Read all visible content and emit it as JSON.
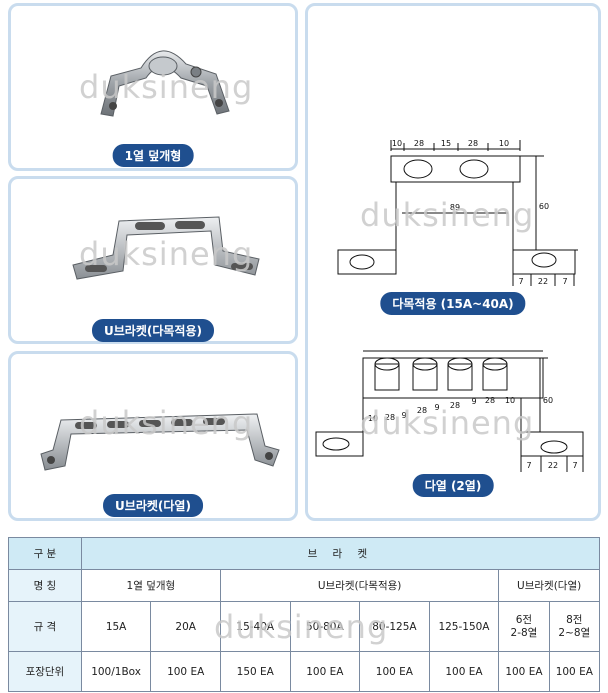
{
  "watermark": "duksineng",
  "products": [
    {
      "label": "1열 덮개형"
    },
    {
      "label": "U브라켓(다목적용)"
    },
    {
      "label": "U브라켓(다열)"
    }
  ],
  "diagrams": {
    "multi": {
      "label": "다목적용 (15A~40A)",
      "top_dims": [
        "10",
        "28",
        "15",
        "28",
        "10"
      ],
      "inner_width": "89",
      "height": "60",
      "bottom_dims": [
        "7",
        "22",
        "7"
      ]
    },
    "rows": {
      "label": "다열 (2열)",
      "dims_a": [
        "10",
        "28",
        "9"
      ],
      "dims_b": [
        "28",
        "9",
        "28"
      ],
      "dims_c": [
        "9",
        "28",
        "10"
      ],
      "height": "60",
      "bottom_dims": [
        "7",
        "22",
        "7"
      ]
    }
  },
  "table": {
    "col_headers": {
      "category": "구 분",
      "bracket": "브 라 켓"
    },
    "row_labels": {
      "name": "명 칭",
      "spec": "규 격",
      "package": "포장단위"
    },
    "groups": [
      "1열 덮개형",
      "U브라켓(다목적용)",
      "U브라켓(다열)"
    ],
    "specs": [
      "15A",
      "20A",
      "15-40A",
      "50-80A",
      "80-125A",
      "125-150A",
      "6전\n2-8열",
      "8전\n2~8열"
    ],
    "packages": [
      "100/1Box",
      "100 EA",
      "150 EA",
      "100 EA",
      "100 EA",
      "100 EA",
      "100 EA",
      "100 EA"
    ]
  }
}
